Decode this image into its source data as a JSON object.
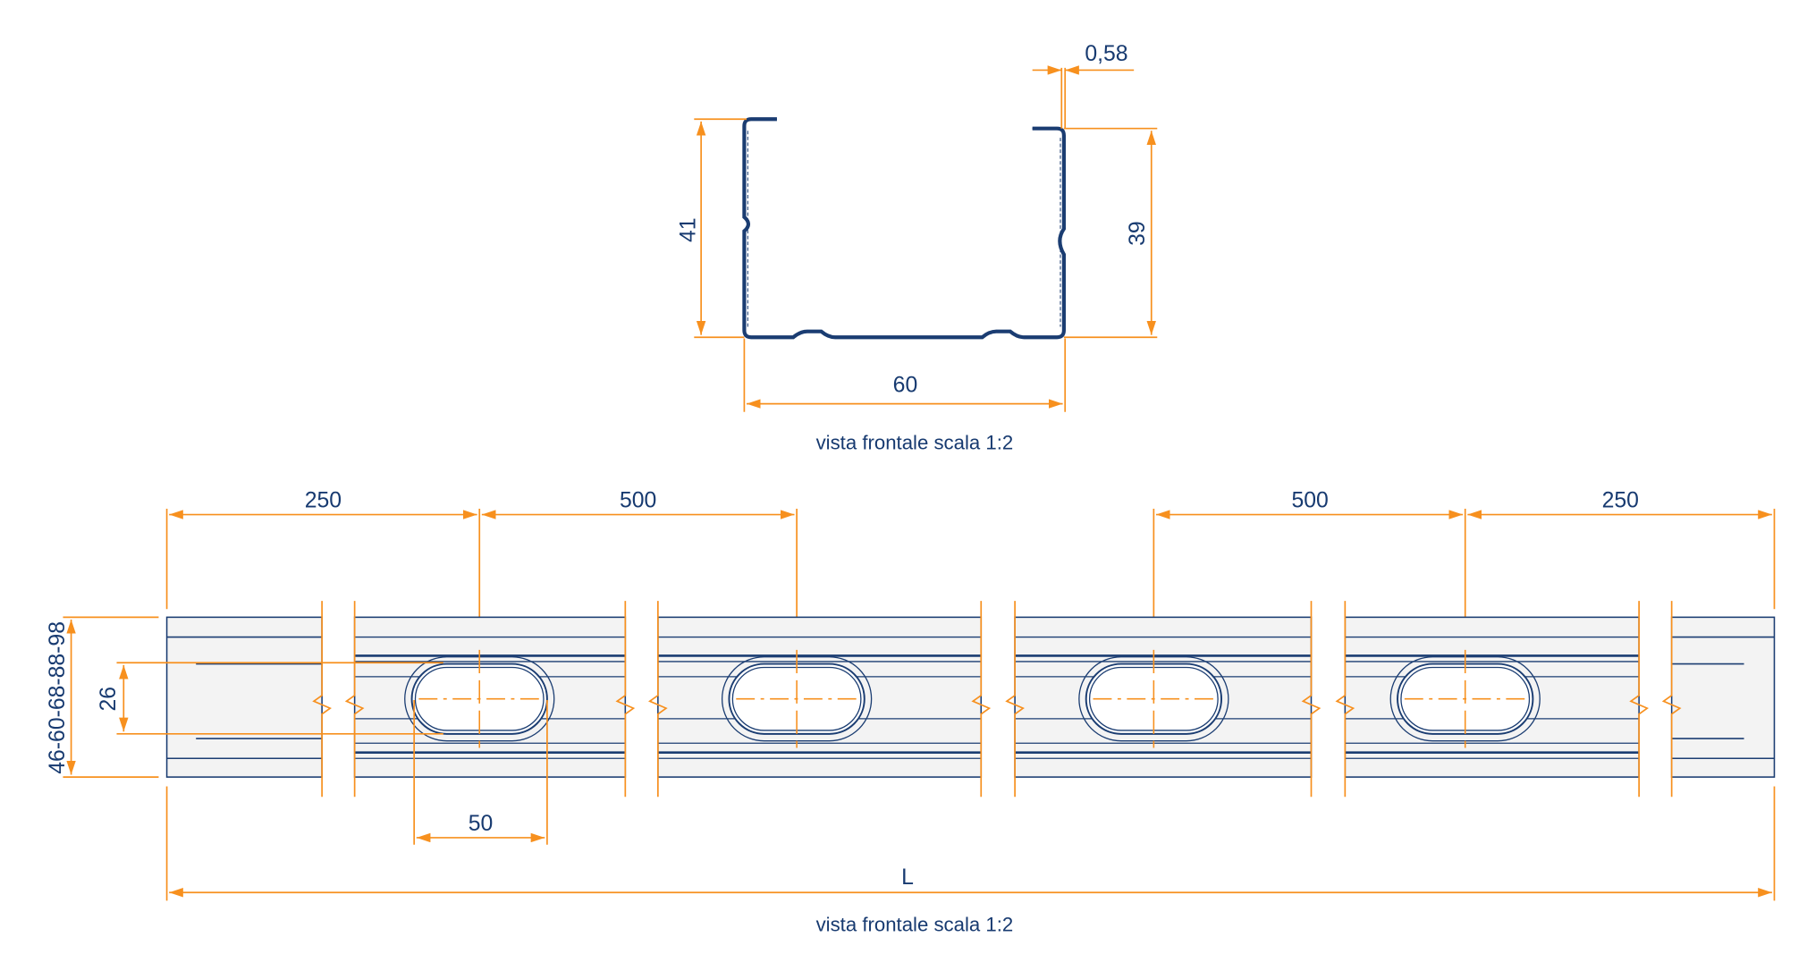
{
  "front_view": {
    "thickness": "0,58",
    "height_left": "41",
    "height_right": "39",
    "width": "60",
    "caption": "vista frontale scala 1:2"
  },
  "side_view": {
    "spacing_top": [
      "250",
      "500",
      "500",
      "250"
    ],
    "heights": "46-60-68-88-98",
    "hole_height": "26",
    "hole_width": "50",
    "length": "L",
    "caption": "vista frontale scala 1:2"
  },
  "colors": {
    "dimension": "#f7901e",
    "drawing": "#1b3d72",
    "fill": "#f3f3f3"
  }
}
